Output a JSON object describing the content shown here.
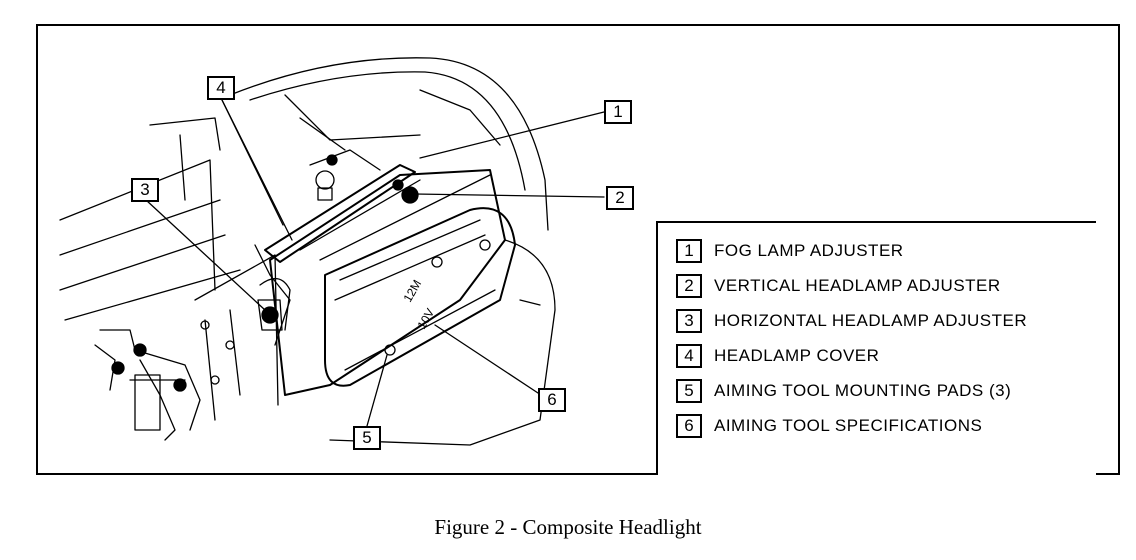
{
  "callouts": [
    {
      "id": "1"
    },
    {
      "id": "2"
    },
    {
      "id": "3"
    },
    {
      "id": "4"
    },
    {
      "id": "5"
    },
    {
      "id": "6"
    }
  ],
  "legend": [
    {
      "num": "1",
      "label": "FOG LAMP ADJUSTER"
    },
    {
      "num": "2",
      "label": "VERTICAL HEADLAMP ADJUSTER"
    },
    {
      "num": "3",
      "label": "HORIZONTAL HEADLAMP ADJUSTER"
    },
    {
      "num": "4",
      "label": "HEADLAMP COVER"
    },
    {
      "num": "5",
      "label": "AIMING TOOL MOUNTING PADS (3)"
    },
    {
      "num": "6",
      "label": "AIMING TOOL SPECIFICATIONS"
    }
  ],
  "lens_marking": {
    "line1": "12M",
    "line2": "10V"
  },
  "caption": "Figure 2 - Composite Headlight"
}
